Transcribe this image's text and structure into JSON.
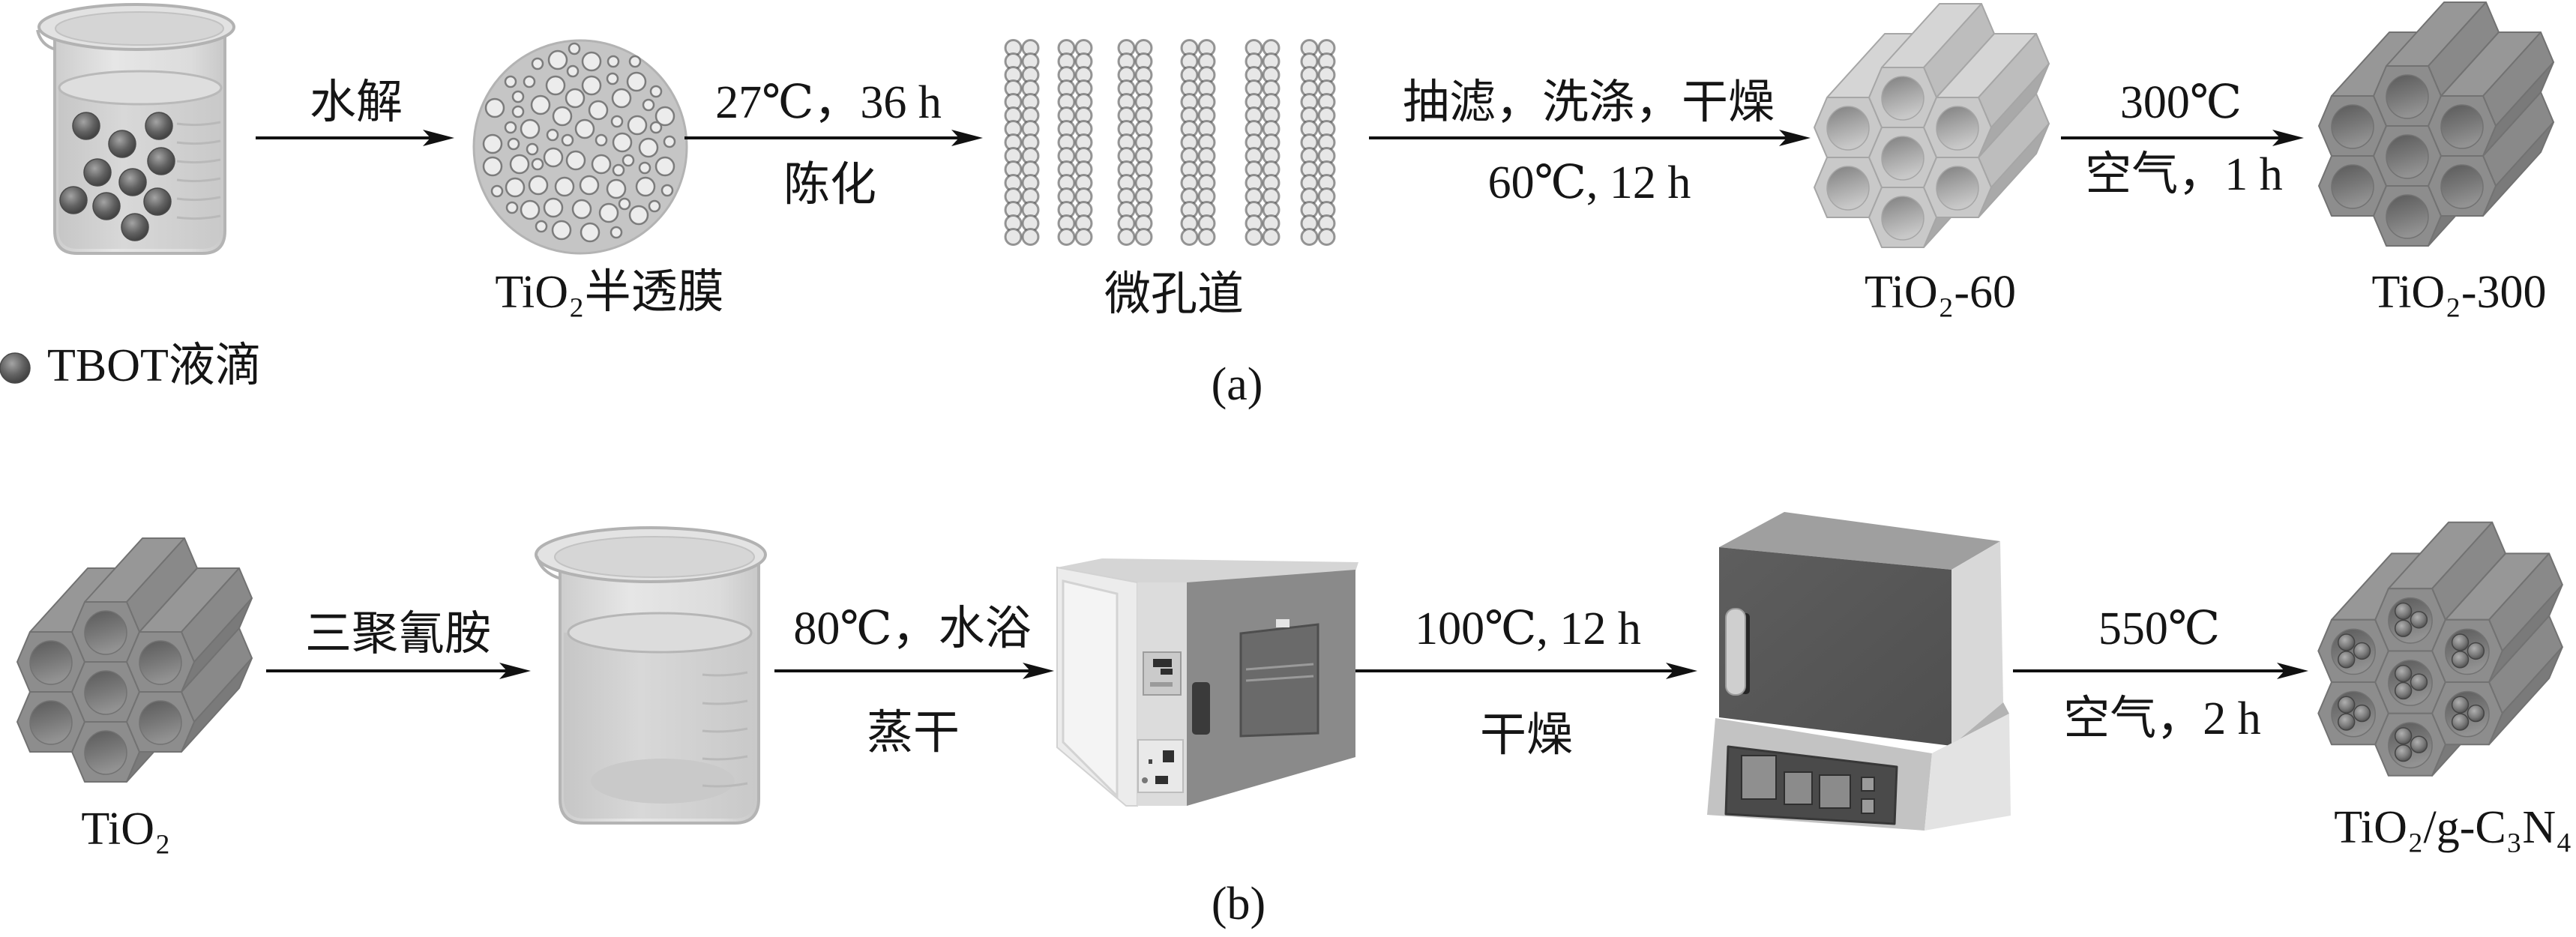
{
  "panel_a": {
    "caption": "(a)",
    "legend": {
      "label": "TBOT液滴",
      "marker": "tbot-droplet-icon"
    },
    "illustrations": [
      "beaker-with-tbot-droplets",
      "tio2-semipermeable-membrane",
      "micro-channels",
      "hexagonal-tube-bundle-light",
      "hexagonal-tube-bundle-dark"
    ],
    "stages": {
      "membrane": "TiO₂半透膜",
      "channels": "微孔道",
      "tio2_60": "TiO₂-60",
      "tio2_300": "TiO₂-300"
    },
    "steps": [
      {
        "above": "水解"
      },
      {
        "above": "27℃，36 h",
        "below": "陈化"
      },
      {
        "above": "抽滤，洗涤，干燥",
        "below": "60℃, 12 h"
      },
      {
        "above": "300℃",
        "below": "空气，1 h"
      }
    ]
  },
  "panel_b": {
    "caption": "(b)",
    "illustrations": [
      "hexagonal-tube-bundle-dark",
      "beaker-with-solution",
      "drying-oven",
      "muffle-furnace",
      "hexagonal-tube-bundle-with-particles"
    ],
    "stages": {
      "tio2": "TiO₂",
      "product": "TiO₂/g-C₃N₄"
    },
    "steps": [
      {
        "above": "三聚氰胺"
      },
      {
        "above": "80℃，水浴",
        "below": "蒸干"
      },
      {
        "above": "100℃, 12 h",
        "below": "干燥"
      },
      {
        "above": "550℃",
        "below": "空气，2 h"
      }
    ]
  }
}
